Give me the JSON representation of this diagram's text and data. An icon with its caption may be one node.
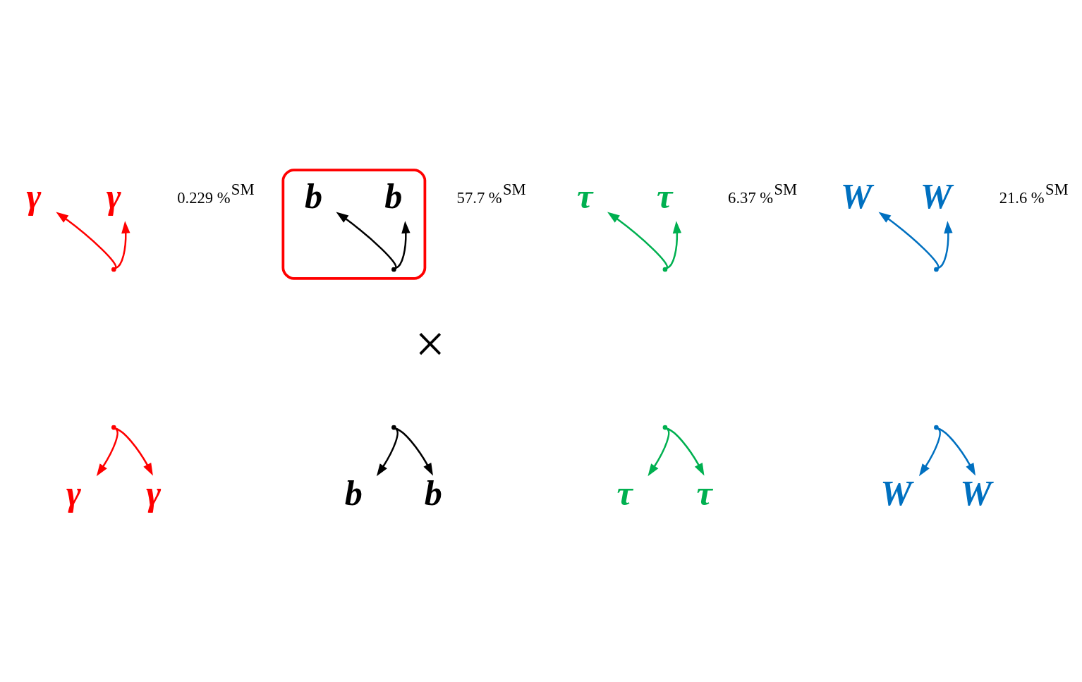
{
  "diagram": {
    "nodes": [
      {
        "text": [],
        "shape": "point"
      },
      {
        "text": [
          "γ"
        ]
      },
      {
        "text": [
          "γ"
        ]
      },
      {
        "text": [],
        "shape": "ellipse"
      },
      {
        "text": [],
        "shape": "point",
        "in": 3
      },
      {
        "text": [
          "b"
        ],
        "in": 3
      },
      {
        "text": [
          "b"
        ],
        "in": 3
      },
      {
        "text": [],
        "shape": "point"
      },
      {
        "text": [
          "τ"
        ]
      },
      {
        "text": [
          "τ"
        ]
      },
      {
        "text": [],
        "shape": "point"
      },
      {
        "text": [
          "W"
        ]
      },
      {
        "text": [
          "W"
        ]
      },
      {
        "text": [],
        "shape": "point"
      },
      {
        "text": [
          "γ"
        ]
      },
      {
        "text": [
          "γ"
        ]
      },
      {
        "text": [],
        "shape": "point"
      },
      {
        "text": [
          "b"
        ]
      },
      {
        "text": [
          "b"
        ]
      },
      {
        "text": [],
        "shape": "point"
      },
      {
        "text": [
          "τ"
        ]
      },
      {
        "text": [
          "τ"
        ]
      },
      {
        "text": [],
        "shape": "point"
      },
      {
        "text": [
          "W"
        ]
      },
      {
        "text": [
          "W"
        ]
      }
    ],
    "edges": [
      {
        "from": 0,
        "to": 1,
        "arrow": "to",
        "color": "#ff0000"
      },
      {
        "from": 0,
        "to": 2,
        "arrow": "to",
        "color": "#ff0000"
      },
      {
        "from": 4,
        "to": 5,
        "arrow": "to",
        "color": "#000000"
      },
      {
        "from": 4,
        "to": 6,
        "arrow": "to",
        "color": "#000000"
      },
      {
        "from": 7,
        "to": 8,
        "arrow": "to",
        "color": "#00b050"
      },
      {
        "from": 7,
        "to": 9,
        "arrow": "to",
        "color": "#00b050"
      },
      {
        "from": 10,
        "to": 11,
        "arrow": "to",
        "color": "#0070c0"
      },
      {
        "from": 10,
        "to": 12,
        "arrow": "to",
        "color": "#0070c0"
      },
      {
        "from": 13,
        "to": 14,
        "arrow": "to",
        "color": "#ff0000"
      },
      {
        "from": 13,
        "to": 15,
        "arrow": "to",
        "color": "#ff0000"
      },
      {
        "from": 16,
        "to": 17,
        "arrow": "to",
        "color": "#000000"
      },
      {
        "from": 16,
        "to": 18,
        "arrow": "to",
        "color": "#000000"
      },
      {
        "from": 19,
        "to": 20,
        "arrow": "to",
        "color": "#00b050"
      },
      {
        "from": 19,
        "to": 21,
        "arrow": "to",
        "color": "#00b050"
      },
      {
        "from": 22,
        "to": 23,
        "arrow": "to",
        "color": "#0070c0"
      },
      {
        "from": 22,
        "to": 24,
        "arrow": "to",
        "color": "#0070c0"
      }
    ],
    "labels": [
      "0.229 %$^{SM}$",
      "57.7 %$^{SM}$",
      "6.37 %$^{SM}$",
      "21.6 %$^{SM}$",
      "×"
    ]
  }
}
